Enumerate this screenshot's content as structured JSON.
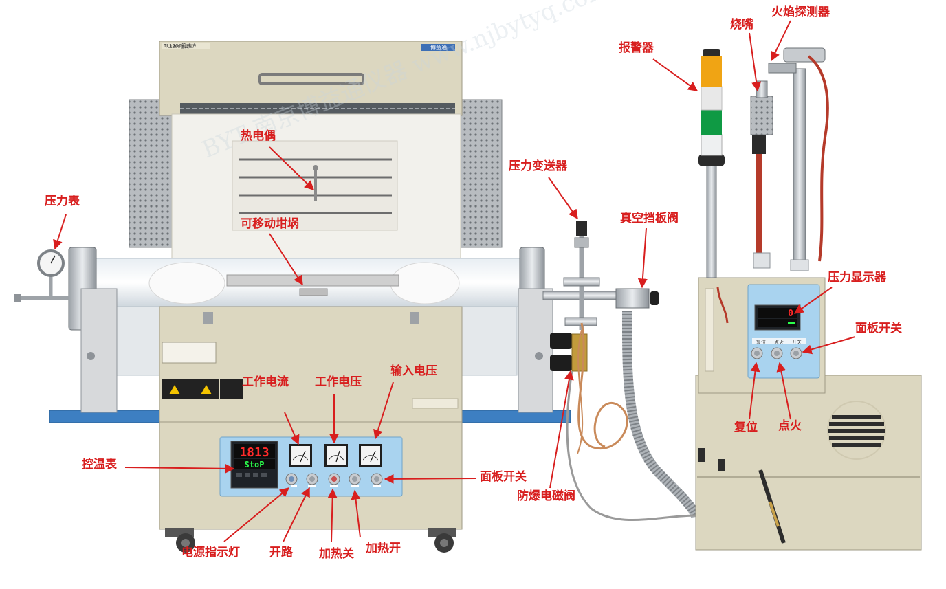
{
  "brand": {
    "model_plate": "TL1200管式炉",
    "logo_text": "博益通",
    "watermark": "BYT 南京博益通仪器 www.njbytyq.com"
  },
  "controller": {
    "display_top": "1813",
    "display_bottom": "StoP"
  },
  "pressure_display": {
    "value": "0"
  },
  "panel_buttons": [
    "复位",
    "点火",
    "开关"
  ],
  "labels": {
    "thermocouple": "热电偶",
    "crucible": "可移动坩埚",
    "pressure_gauge": "压力表",
    "temp_controller": "控温表",
    "work_current": "工作电流",
    "work_voltage": "工作电压",
    "input_voltage": "输入电压",
    "panel_switch_furnace": "面板开关",
    "power_indicator": "电源指示灯",
    "open_circuit": "开路",
    "heat_off": "加热关",
    "heat_on": "加热开",
    "pressure_transmitter": "压力变送器",
    "vacuum_baffle_valve": "真空挡板阀",
    "explosion_proof_valve": "防爆电磁阀",
    "alarm": "报警器",
    "burner": "烧嘴",
    "flame_detector": "火焰探测器",
    "pressure_display": "压力显示器",
    "panel_switch_cabinet": "面板开关",
    "reset": "复位",
    "ignition": "点火"
  }
}
